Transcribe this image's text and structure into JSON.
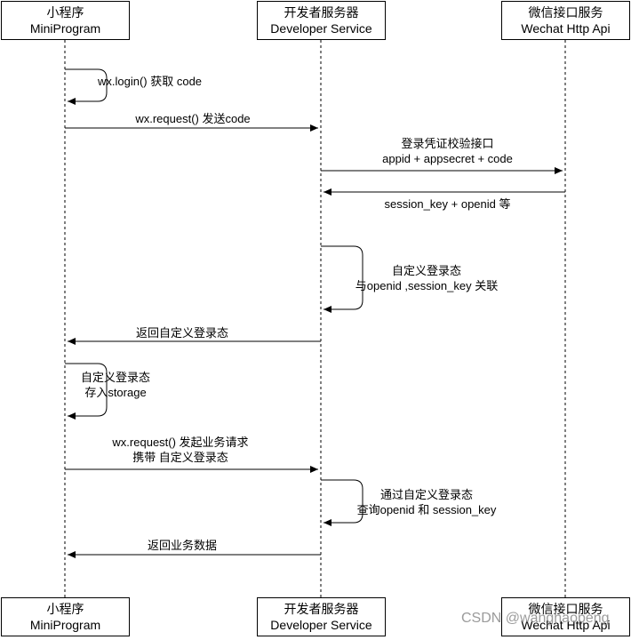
{
  "participants": {
    "mini": {
      "name_cn": "小程序",
      "name_en": "MiniProgram"
    },
    "server": {
      "name_cn": "开发者服务器",
      "name_en": "Developer Service"
    },
    "wechat": {
      "name_cn": "微信接口服务",
      "name_en": "Wechat Http Api"
    }
  },
  "messages": [
    {
      "from": "mini",
      "to": "mini",
      "lines": [
        "wx.login() 获取 code"
      ]
    },
    {
      "from": "mini",
      "to": "server",
      "lines": [
        "wx.request() 发送code"
      ]
    },
    {
      "from": "server",
      "to": "wechat",
      "lines": [
        "登录凭证校验接口",
        "appid + appsecret + code"
      ]
    },
    {
      "from": "wechat",
      "to": "server",
      "lines": [
        "session_key + openid 等"
      ]
    },
    {
      "from": "server",
      "to": "server",
      "lines": [
        "自定义登录态",
        "与openid ,session_key 关联"
      ]
    },
    {
      "from": "server",
      "to": "mini",
      "lines": [
        "返回自定义登录态"
      ]
    },
    {
      "from": "mini",
      "to": "mini",
      "lines": [
        "自定义登录态",
        "存入storage"
      ]
    },
    {
      "from": "mini",
      "to": "server",
      "lines": [
        "wx.request() 发起业务请求",
        "携带 自定义登录态"
      ]
    },
    {
      "from": "server",
      "to": "server",
      "lines": [
        "通过自定义登录态",
        "查询openid 和 session_key"
      ]
    },
    {
      "from": "server",
      "to": "mini",
      "lines": [
        "返回业务数据"
      ]
    }
  ],
  "watermark": "CSDN @wanghaopeng"
}
